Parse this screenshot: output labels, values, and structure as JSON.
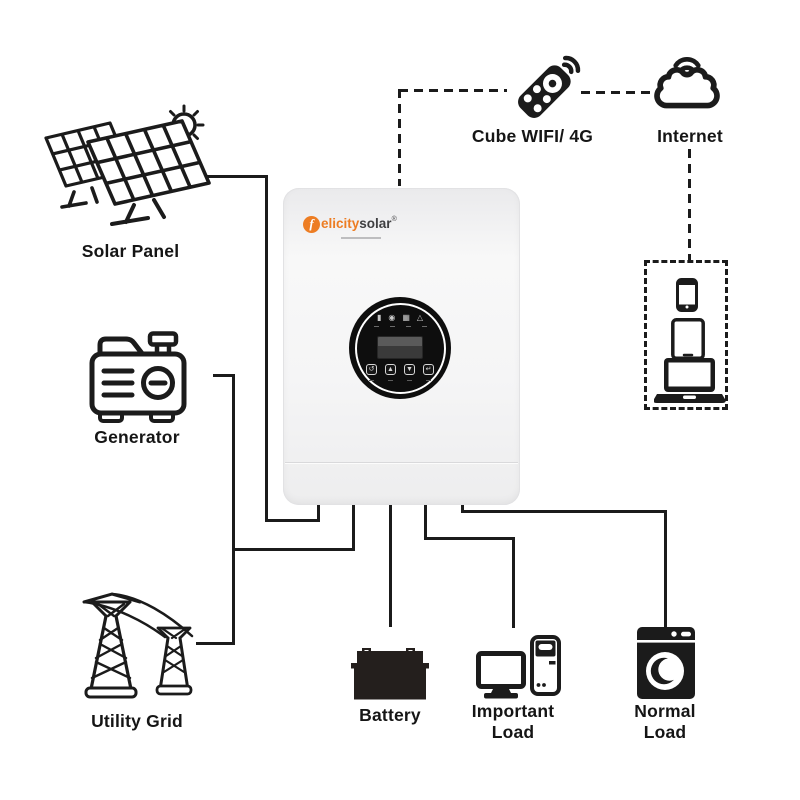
{
  "nodes": {
    "cube_wifi": {
      "label": "Cube WIFI/ 4G"
    },
    "internet": {
      "label": "Internet"
    },
    "solar_panel": {
      "label": "Solar Panel"
    },
    "generator": {
      "label": "Generator"
    },
    "utility_grid": {
      "label": "Utility Grid"
    },
    "battery": {
      "label": "Battery"
    },
    "important_load": {
      "line1": "Important",
      "line2": "Load"
    },
    "normal_load": {
      "line1": "Normal",
      "line2": "Load"
    }
  },
  "inverter": {
    "brand": {
      "initial": "f",
      "first": "elicity",
      "second": "solar",
      "reg": "®"
    },
    "panel": {
      "indicators": [
        {
          "name": "battery-indicator",
          "glyph": "▮"
        },
        {
          "name": "status-indicator",
          "glyph": "◉"
        },
        {
          "name": "grid-indicator",
          "glyph": "▦"
        },
        {
          "name": "fault-indicator",
          "glyph": "△"
        }
      ],
      "buttons": [
        {
          "name": "esc-button",
          "glyph": "↺"
        },
        {
          "name": "up-button",
          "glyph": "▲"
        },
        {
          "name": "down-button",
          "glyph": "▼"
        },
        {
          "name": "enter-button",
          "glyph": "↵"
        }
      ]
    }
  },
  "colors": {
    "brand_orange": "#ED7D23",
    "line": "#1b1b1b"
  }
}
